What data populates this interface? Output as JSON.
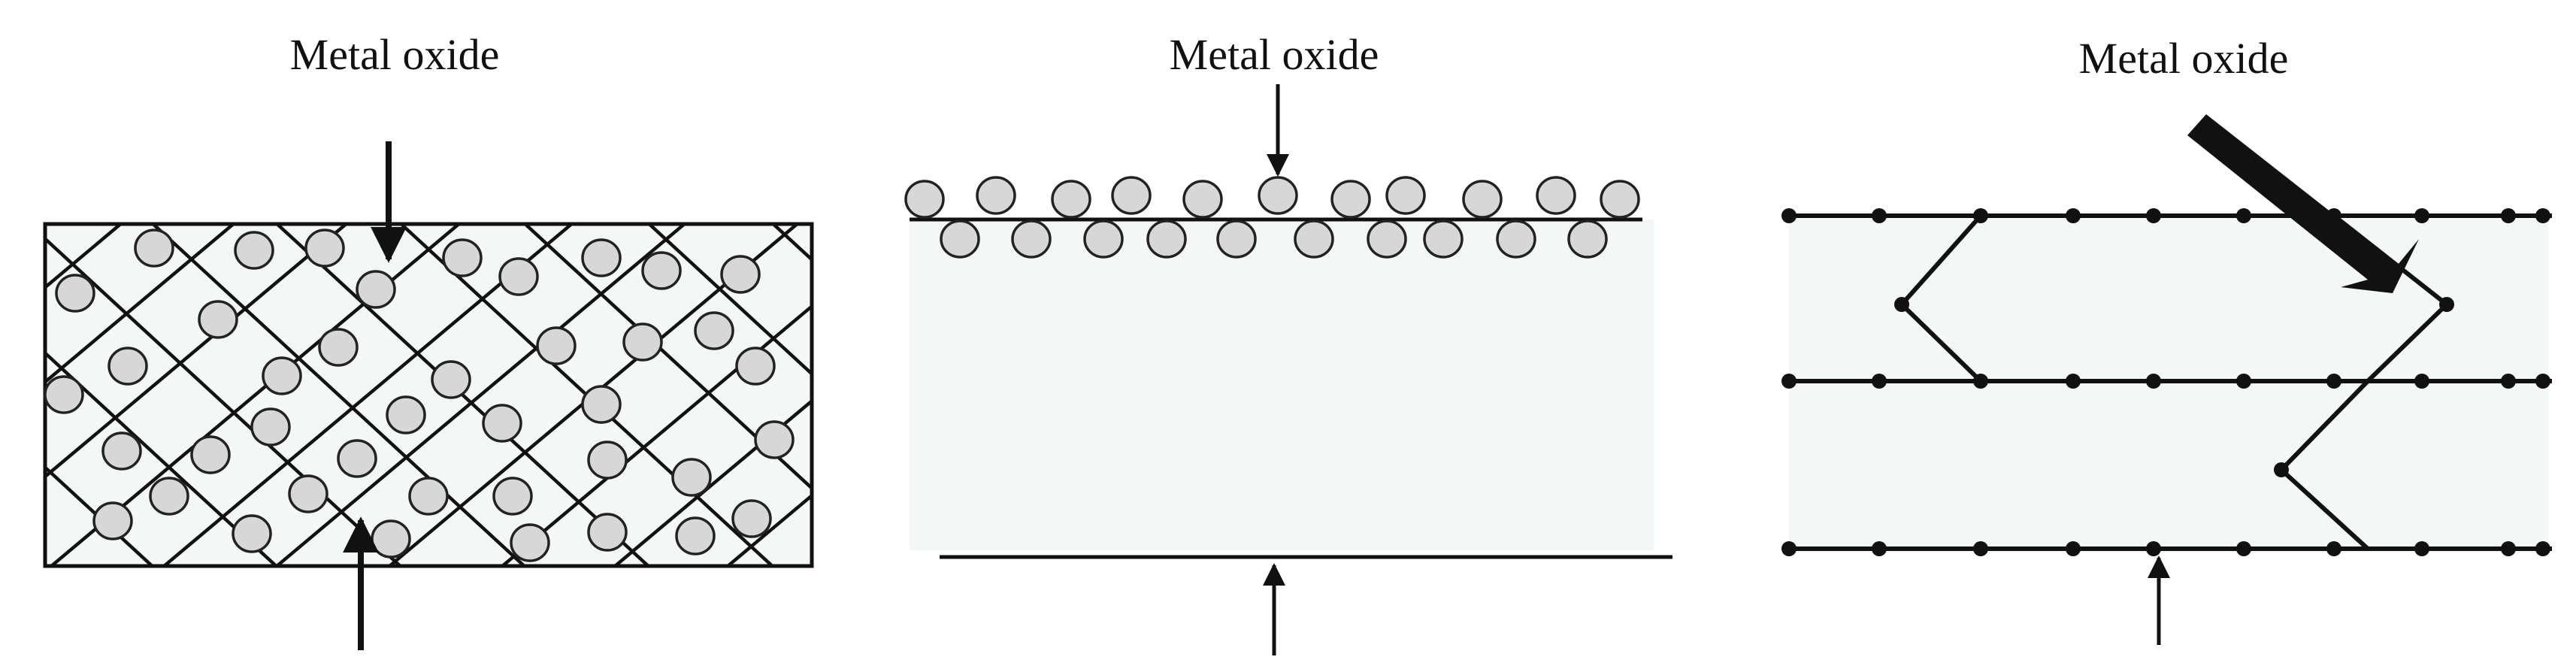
{
  "colors": {
    "ink": "#111111",
    "matrix_fill": "#f3f8f6",
    "particle_fill": "#d7d7d7",
    "particle_stroke": "#222222"
  },
  "panels": [
    {
      "id": "embedded",
      "label": "Metal oxide"
    },
    {
      "id": "surface",
      "label": "Metal oxide"
    },
    {
      "id": "layered",
      "label": "Metal oxide"
    }
  ]
}
